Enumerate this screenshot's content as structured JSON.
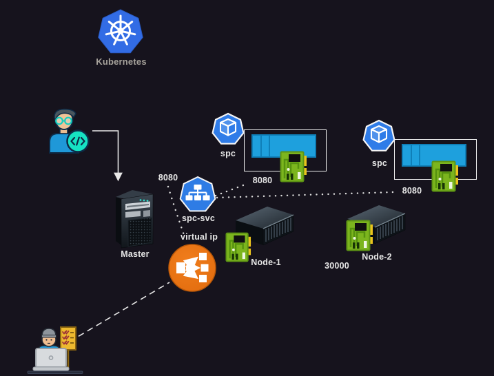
{
  "kubernetes": {
    "label": "Kubernetes"
  },
  "master": {
    "label": "Master",
    "port": "8080"
  },
  "service": {
    "label": "spc-svc",
    "virtual_ip_label": "virtual ip"
  },
  "pods": [
    {
      "label": "spc",
      "port": "8080"
    },
    {
      "label": "spc",
      "port": "8080"
    }
  ],
  "nodes": [
    {
      "label": "Node-1"
    },
    {
      "label": "Node-2"
    }
  ],
  "node_port": "30000",
  "colors": {
    "background": "#16131d",
    "kubernetes_blue": "#326ce5",
    "pod_blue": "#2f7ce8",
    "container_blue": "#1ea0dd",
    "nic_green": "#7cb51e",
    "load_balancer_orange": "#ed7211",
    "badge_teal": "#16e2c3",
    "connector_white": "#e8e8e8",
    "label_white": "#e6e6e6",
    "label_gray": "#a6a29b"
  },
  "icons": {
    "kubernetes": "kubernetes-helm-icon",
    "developer": "developer-avatar-icon",
    "master": "tower-server-icon",
    "service": "service-network-icon",
    "virtual_ip": "load-balancer-icon",
    "pod": "pod-cube-icon",
    "container": "container-bar-icon",
    "nic": "network-card-icon",
    "node": "rack-server-icon",
    "client": "client-user-laptop-icon"
  }
}
